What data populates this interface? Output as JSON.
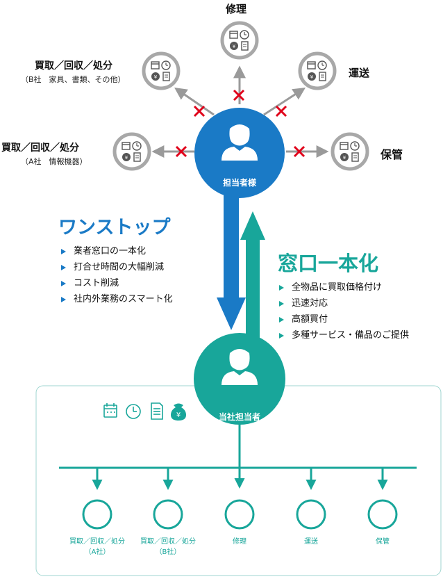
{
  "top_hub": {
    "label": "担当者様"
  },
  "bottom_hub": {
    "label": "当社担当者"
  },
  "vendors": {
    "repair": {
      "label": "修理"
    },
    "transport": {
      "label": "運送"
    },
    "storage": {
      "label": "保管"
    },
    "buy_b": {
      "label": "買取／回収／処分",
      "sub": "（B社　家具、書類、その他）"
    },
    "buy_a": {
      "label": "買取／回収／処分",
      "sub": "（A社　情報機器）"
    }
  },
  "onestop": {
    "title": "ワンストップ",
    "items": [
      "業者窓口の一本化",
      "打合せ時間の大幅削減",
      "コスト削減",
      "社内外業務のスマート化"
    ]
  },
  "single_window": {
    "title": "窓口一本化",
    "items": [
      "全物品に買取価格付け",
      "迅速対応",
      "高額買付",
      "多種サービス・備品のご提供"
    ]
  },
  "bottom_nodes": [
    {
      "label": "買取／回収／処分",
      "sub": "（A社）"
    },
    {
      "label": "買取／回収／処分",
      "sub": "（B社）"
    },
    {
      "label": "修理",
      "sub": ""
    },
    {
      "label": "運送",
      "sub": ""
    },
    {
      "label": "保管",
      "sub": ""
    }
  ],
  "icons": [
    "calendar-icon",
    "clock-icon",
    "document-icon",
    "yen-bag-icon"
  ],
  "colors": {
    "blue": "#1a7ac6",
    "teal": "#18a69a",
    "gray": "#9a9a9a",
    "cross": "#e0001a"
  }
}
